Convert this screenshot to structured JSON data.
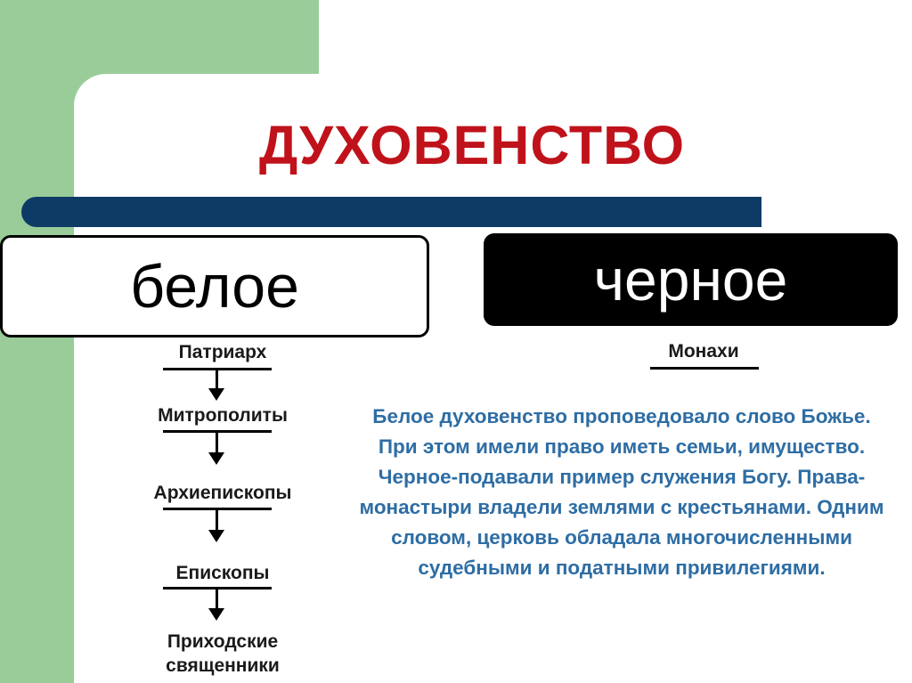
{
  "title": "ДУХОВЕНСТВО",
  "left_box": {
    "label": "белое"
  },
  "right_box": {
    "label": "черное"
  },
  "hierarchy": [
    "Патриарх",
    "Митрополиты",
    "Архиепископы",
    "Епископы",
    "Приходские священники"
  ],
  "monks": "Монахи",
  "description": "Белое духовенство проповедовало слово Божье. При этом имели право иметь семьи, имущество. Черное-подавали пример служения Богу. Права-монастыри владели землями с крестьянами. Одним словом, церковь обладала многочисленными судебными и податными привилегиями."
}
